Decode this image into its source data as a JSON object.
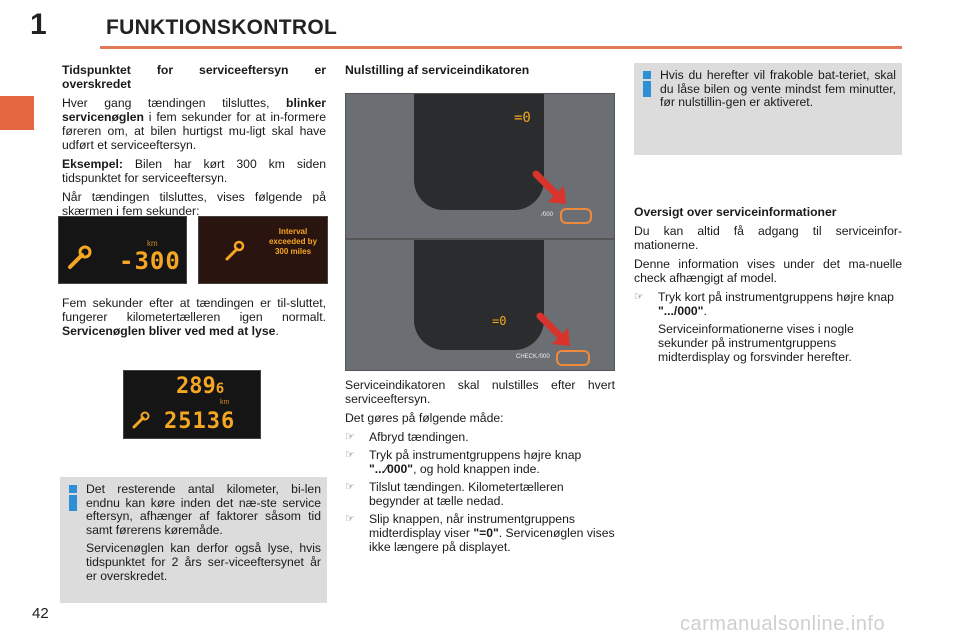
{
  "header": {
    "chapter_number": "1",
    "title": "FUNKTIONSKONTROL"
  },
  "footer": {
    "page_number": "42",
    "watermark": "carmanualsonline.info"
  },
  "col1": {
    "heading": "Tidspunktet for serviceeftersyn er overskredet",
    "p1_a": "Hver gang tændingen tilsluttes, ",
    "p1_bold": "blinker servicenøglen",
    "p1_b": " i fem sekunder for at in-formere føreren om, at bilen hurtigst mu-ligt skal have udført et serviceeftersyn.",
    "example_label": "Eksempel:",
    "example_text": " Bilen har kørt 300 km siden tidspunktet for serviceeftersyn.",
    "p3": "Når tændingen tilsluttes, vises følgende på skærmen i fem sekunder:",
    "display1": {
      "unit": "km",
      "value": "-300"
    },
    "display2": {
      "line1": "Interval",
      "line2": "exceeded by",
      "line3": "300 miles"
    },
    "p4_a": "Fem sekunder efter at tændingen er til-sluttet, fungerer kilometertælleren igen normalt. ",
    "p4_bold": "Servicenøglen bliver ved med at lyse",
    "p4_end": ".",
    "display3": {
      "top": "289",
      "top_small": "6",
      "unit": "km",
      "bottom": "25136"
    },
    "info": {
      "p1": "Det resterende antal kilometer, bi-len endnu kan køre inden det næ-ste service eftersyn, afhænger af faktorer såsom tid samt førerens køremåde.",
      "p2": "Servicenøglen kan derfor også lyse, hvis tidspunktet for 2 års ser-viceeftersynet år er overskredet."
    }
  },
  "col2": {
    "heading": "Nulstilling af serviceindikatoren",
    "cluster1": {
      "readout": "=0",
      "button_label": "⁄000"
    },
    "cluster2": {
      "readout": "=0",
      "button_label": "CHECK ⁄000"
    },
    "p1": "Serviceindikatoren skal nulstilles efter hvert serviceeftersyn.",
    "p2": "Det gøres på følgende måde:",
    "steps": [
      {
        "text": "Afbryd tændingen."
      },
      {
        "a": "Tryk på instrumentgruppens højre knap ",
        "bold": "\"...⁄000\"",
        "b": ", og hold knappen inde."
      },
      {
        "text": "Tilslut tændingen. Kilometertælleren begynder at tælle nedad."
      },
      {
        "a": "Slip knappen, når instrumentgruppens midterdisplay viser ",
        "bold": "\"=0\"",
        "b": ". Servicenøglen vises ikke længere på displayet."
      }
    ]
  },
  "col3": {
    "info": "Hvis du herefter vil frakoble bat-teriet, skal du låse bilen og vente mindst fem minutter, før nulstillin-gen er aktiveret.",
    "heading": "Oversigt over serviceinformationer",
    "p1": "Du kan altid få adgang til serviceinfor-mationerne.",
    "p2": "Denne information vises under det ma-nuelle check afhængigt af model.",
    "step_a": "Tryk kort på instrumentgruppens højre knap ",
    "step_bold": "\".../000\"",
    "step_end": ".",
    "step_p2": "Serviceinformationerne vises i nogle sekunder på instrumentgruppens midterdisplay og forsvinder herefter."
  },
  "colors": {
    "accent": "#e4663f",
    "rule": "#e4795a",
    "info_bg": "#dcdcdc",
    "info_icon": "#2f8fd6",
    "display_amber": "#f5a623"
  }
}
